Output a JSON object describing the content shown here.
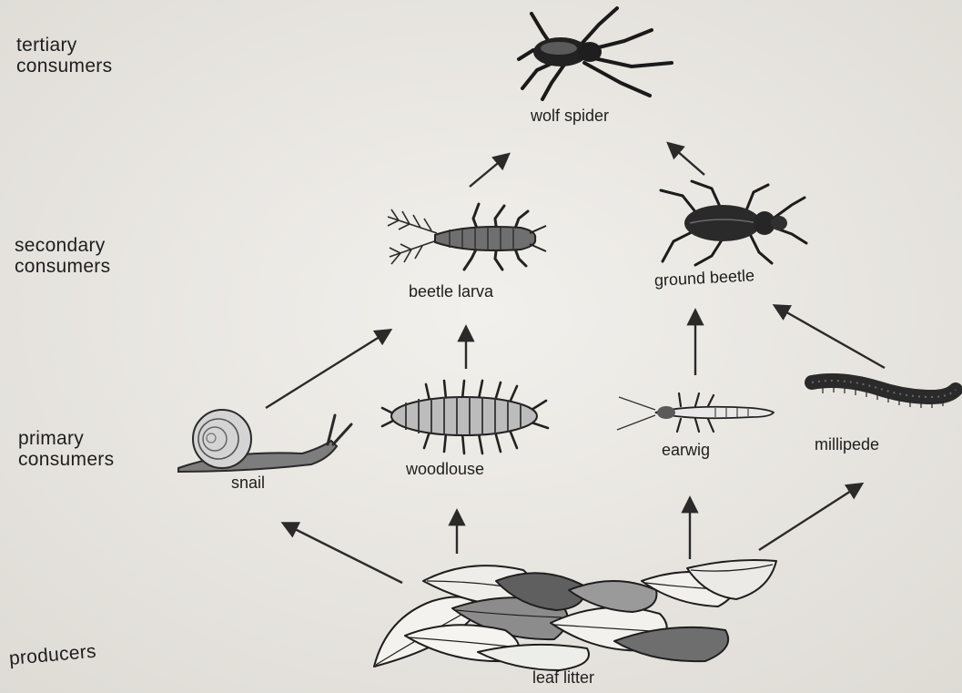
{
  "levels": {
    "tertiary": [
      "tertiary",
      "consumers"
    ],
    "secondary": [
      "secondary",
      "consumers"
    ],
    "primary": [
      "primary",
      "consumers"
    ],
    "producers": "producers"
  },
  "organisms": {
    "wolf_spider": "wolf spider",
    "beetle_larva": "beetle larva",
    "ground_beetle": "ground beetle",
    "snail": "snail",
    "woodlouse": "woodlouse",
    "earwig": "earwig",
    "millipede": "millipede",
    "leaf_litter": "leaf litter"
  },
  "feeding_links": [
    {
      "from": "leaf litter",
      "to": "snail"
    },
    {
      "from": "leaf litter",
      "to": "woodlouse"
    },
    {
      "from": "leaf litter",
      "to": "earwig"
    },
    {
      "from": "leaf litter",
      "to": "millipede"
    },
    {
      "from": "snail",
      "to": "beetle larva"
    },
    {
      "from": "woodlouse",
      "to": "beetle larva"
    },
    {
      "from": "earwig",
      "to": "ground beetle"
    },
    {
      "from": "millipede",
      "to": "ground beetle"
    },
    {
      "from": "beetle larva",
      "to": "wolf spider"
    },
    {
      "from": "ground beetle",
      "to": "wolf spider"
    }
  ],
  "colors": {
    "background": "#eceae6",
    "ink": "#1e1e1e",
    "arrow": "#2a2a2a"
  }
}
